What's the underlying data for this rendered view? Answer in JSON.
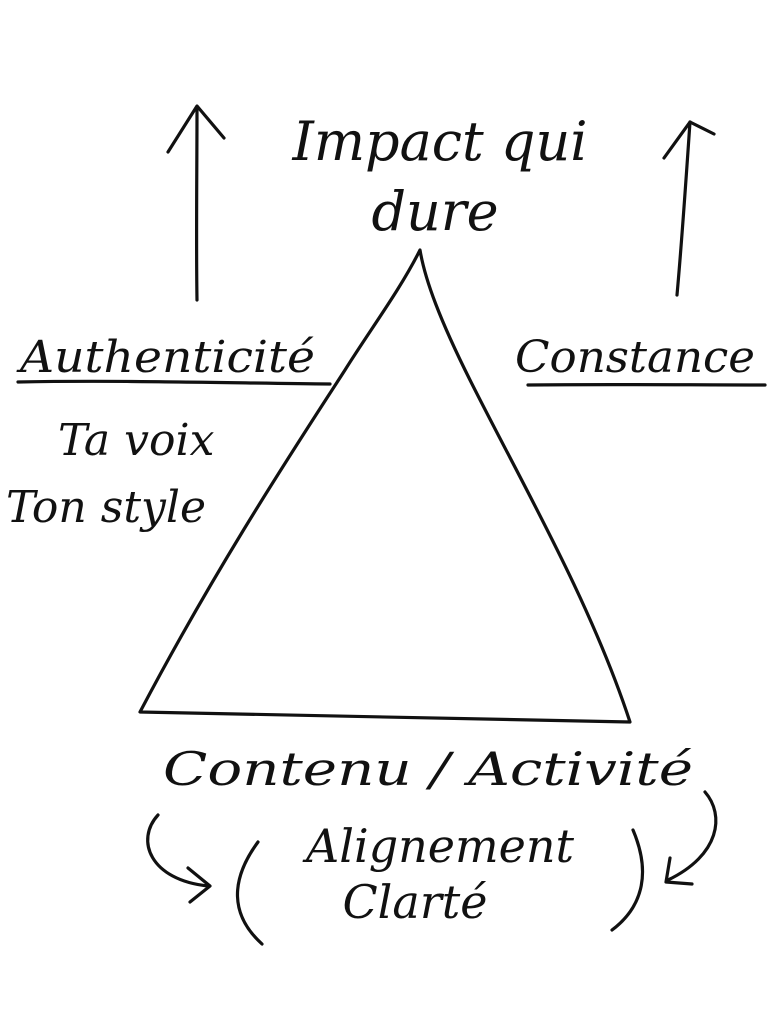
{
  "diagram": {
    "top_label_line1": "Impact qui",
    "top_label_line2": "dure",
    "left_heading": "Authenticité",
    "left_item_1": "Ta voix",
    "left_item_2": "Ton style",
    "right_heading": "Constance",
    "bottom_heading": "Contenu / Activité",
    "bottom_item_1": "Alignement",
    "bottom_item_2": "Clarté"
  },
  "colors": {
    "ink": "#111111",
    "paper": "#ffffff"
  }
}
